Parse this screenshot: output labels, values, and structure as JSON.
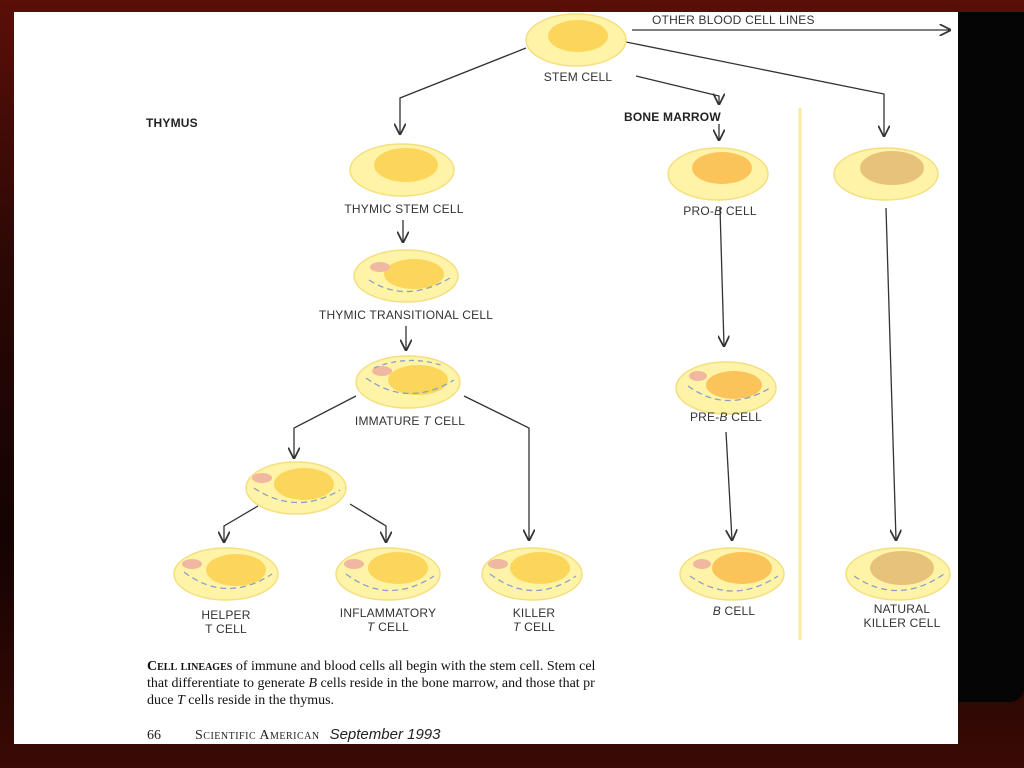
{
  "labels": {
    "other_lines": "OTHER BLOOD CELL LINES",
    "stem_cell": "STEM CELL",
    "thymus": "THYMUS",
    "bone_marrow": "BONE MARROW",
    "thymic_stem": "THYMIC STEM CELL",
    "pro_b_pre": "PRO-",
    "pro_b_it": "B",
    "pro_b_post": " CELL",
    "thymic_transitional": "THYMIC TRANSITIONAL CELL",
    "immature_t_pre": "IMMATURE ",
    "immature_t_it": "T",
    "immature_t_post": " CELL",
    "pre_b_pre": "PRE-",
    "pre_b_it": "B",
    "pre_b_post": " CELL",
    "helper_1": "HELPER",
    "helper_2": "T CELL",
    "inflammatory_1": "INFLAMMATORY",
    "inflammatory_2_it": "T",
    "inflammatory_2_post": " CELL",
    "killer_1": "KILLER",
    "killer_2_it": "T",
    "killer_2_post": " CELL",
    "b_cell_it": "B",
    "b_cell_post": " CELL",
    "nk_1": "NATURAL",
    "nk_2": "KILLER CELL"
  },
  "caption": {
    "lead": "Cell lineages",
    "line1_rest": " of immune and blood cells all begin with the stem cell. Stem cel",
    "line2_pre": "that differentiate to generate ",
    "line2_it": "B",
    "line2_post": " cells reside in the bone marrow, and those that pr",
    "line3_pre": "duce ",
    "line3_it": "T",
    "line3_post": " cells reside in the thymus."
  },
  "footer": {
    "page": "66",
    "magazine": "Scientific American",
    "date": "September 1993"
  },
  "colors": {
    "cell_outer": "#fff3a8",
    "cell_nucleus": "#fbd65a",
    "nk_nucleus": "#e7c27a",
    "divider": "#fce9a0",
    "line": "#333333"
  }
}
